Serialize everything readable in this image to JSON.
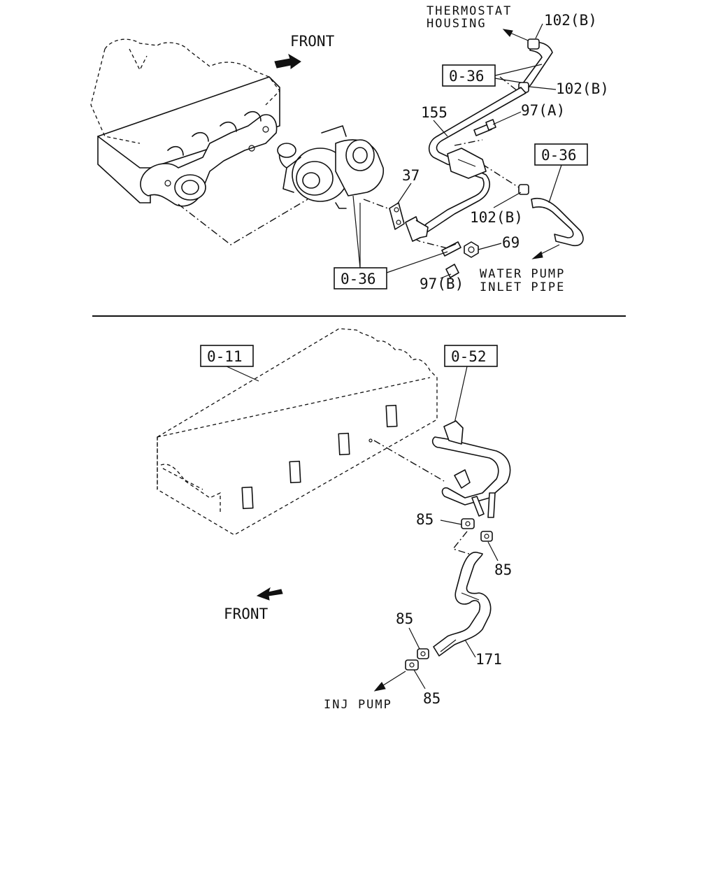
{
  "labels": {
    "thermostat_housing_1": "THERMOSTAT",
    "thermostat_housing_2": "HOUSING",
    "front_top": "FRONT",
    "front_bottom": "FRONT",
    "water_pump_1": "WATER PUMP",
    "water_pump_2": "INLET PIPE",
    "inj_pump": "INJ PUMP"
  },
  "callouts": {
    "p102b_top": "102(B)",
    "p102b_mid": "102(B)",
    "p102b_low": "102(B)",
    "p155": "155",
    "p97a": "97(A)",
    "p37": "37",
    "p69": "69",
    "p97b": "97(B)",
    "p85_a": "85",
    "p85_b": "85",
    "p85_c": "85",
    "p85_d": "85",
    "p171": "171"
  },
  "refs": {
    "ref_036_a": "0-36",
    "ref_036_b": "0-36",
    "ref_036_c": "0-36",
    "ref_011": "0-11",
    "ref_052": "0-52"
  }
}
